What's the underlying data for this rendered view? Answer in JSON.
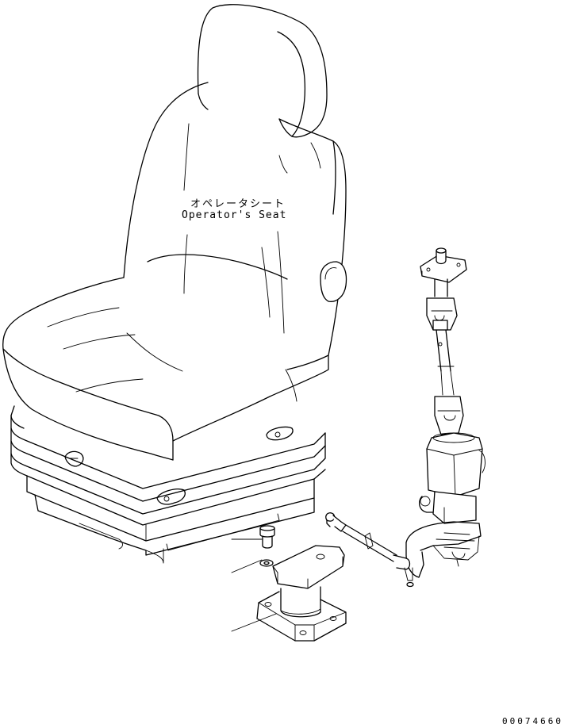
{
  "labels": {
    "seat_jp": "オペレータシート",
    "seat_en": "Operator's Seat"
  },
  "drawing_number": "00074660"
}
